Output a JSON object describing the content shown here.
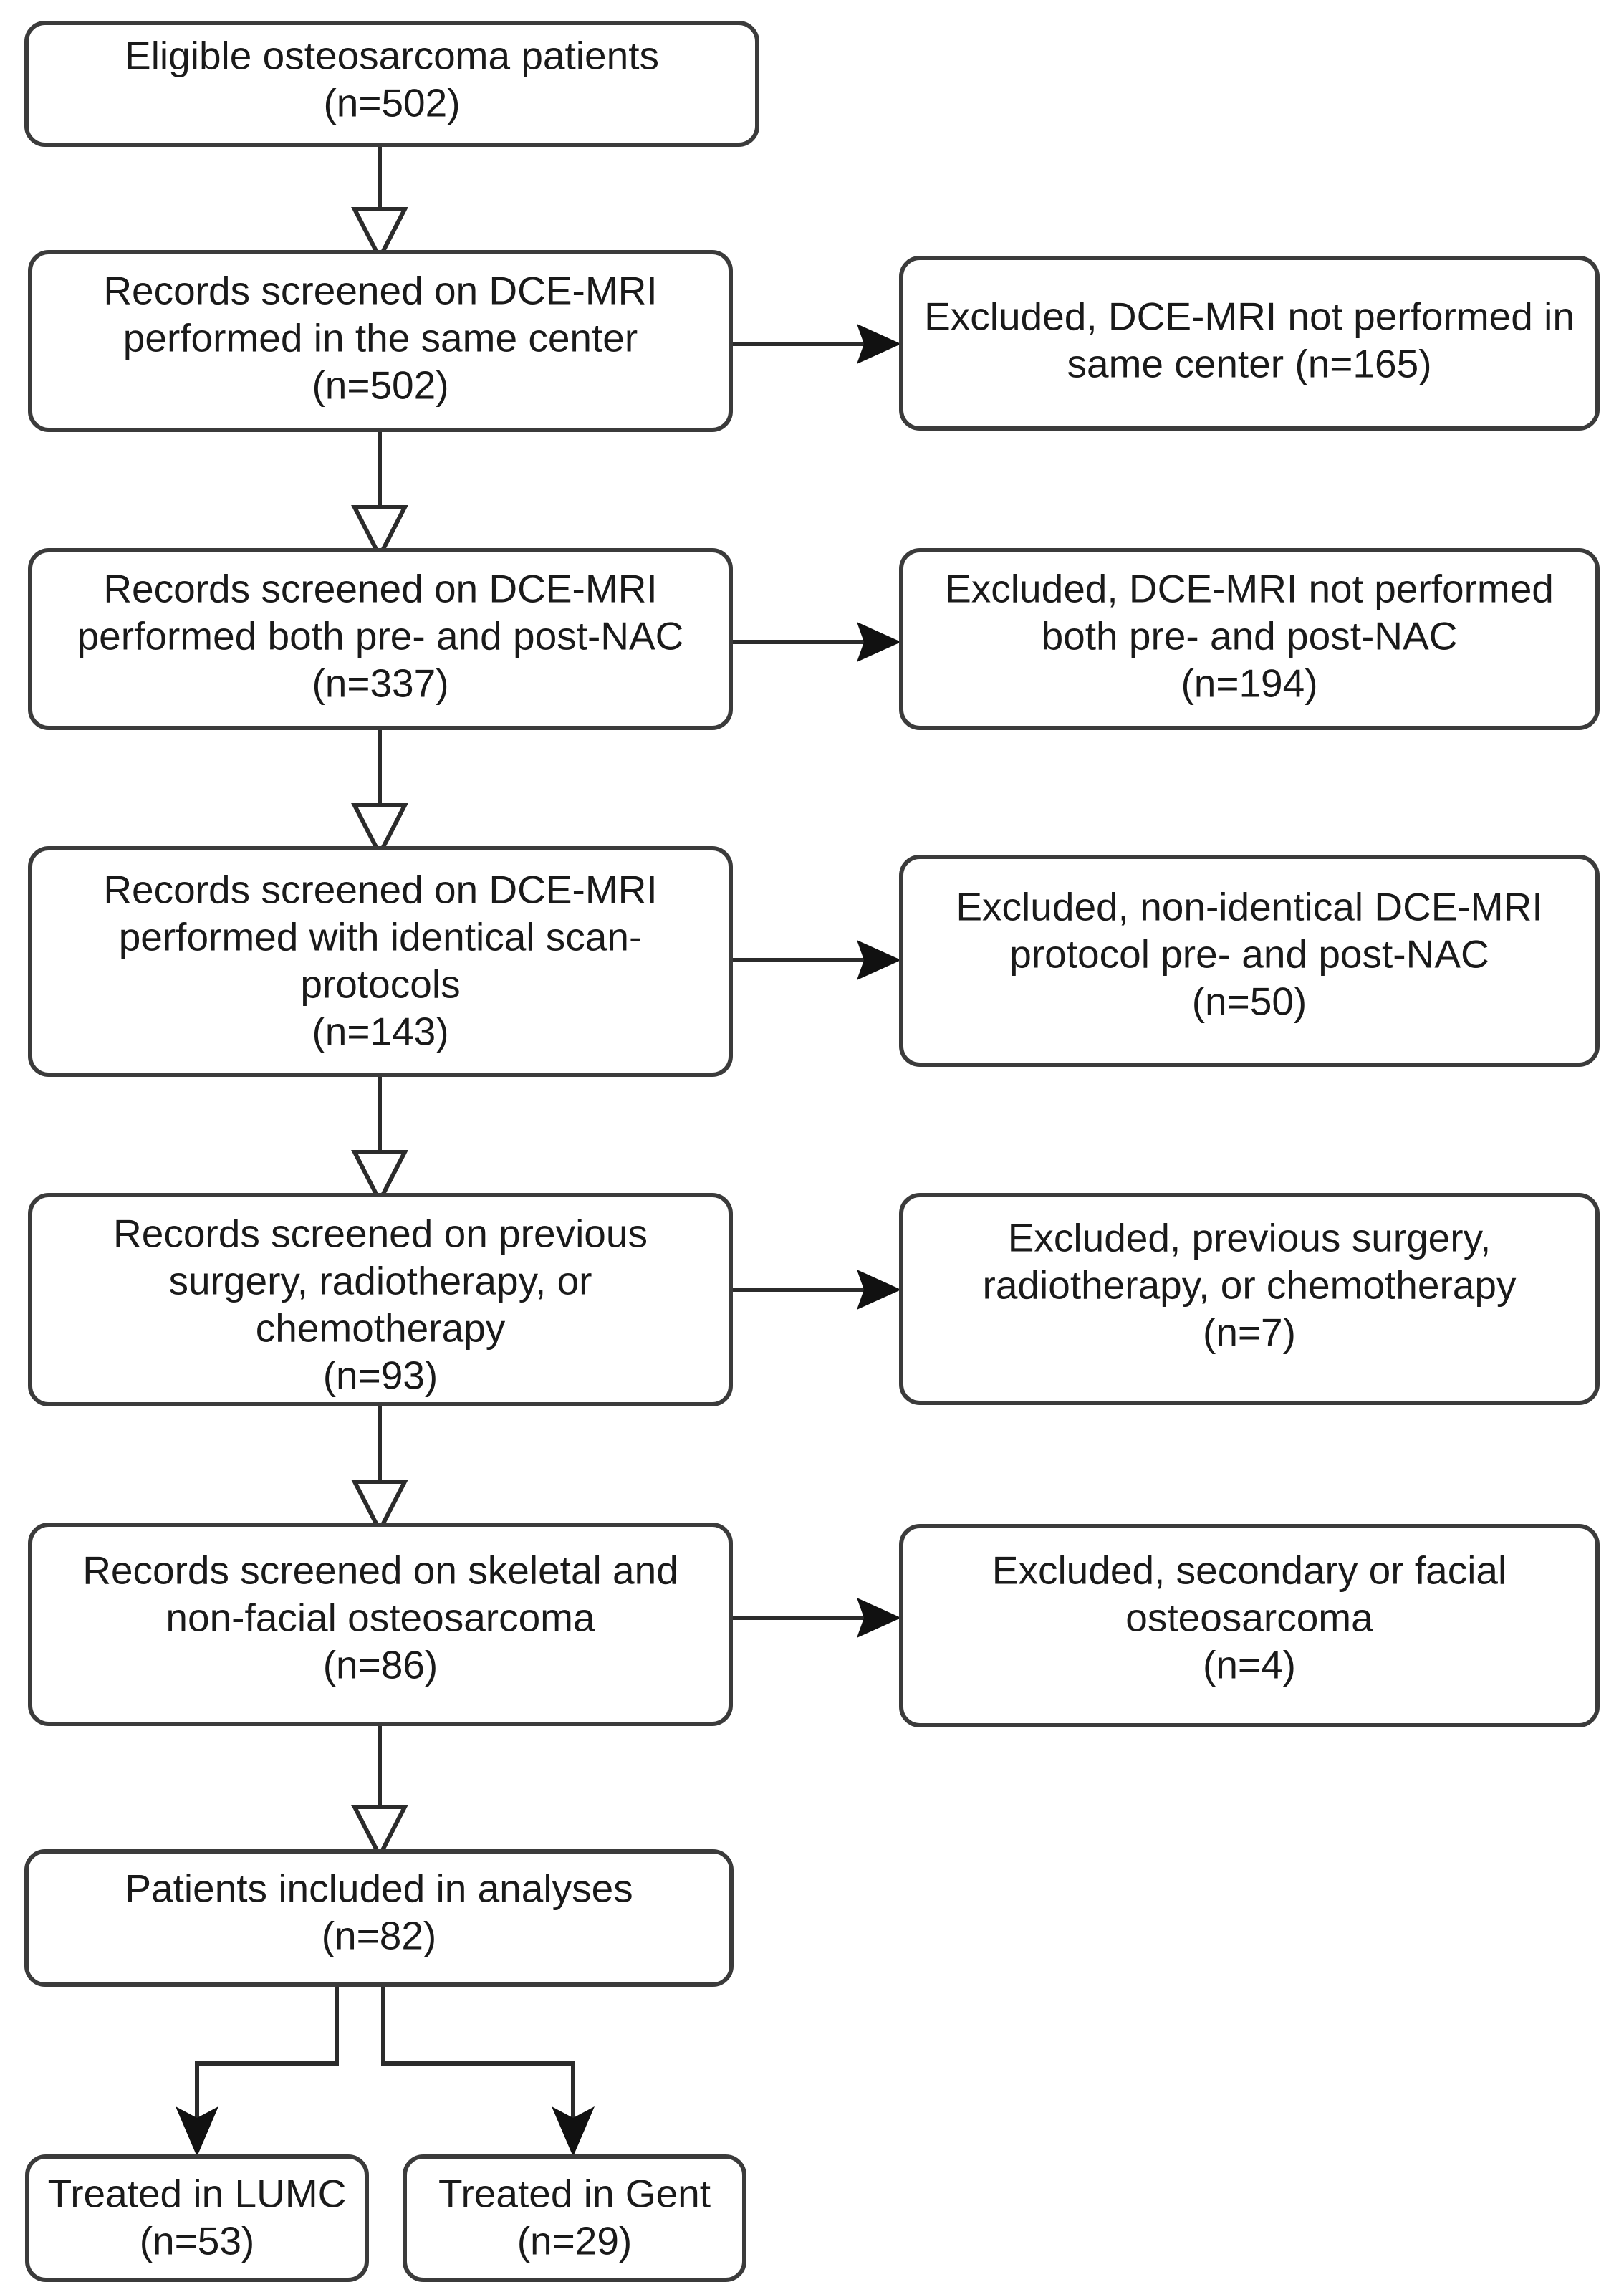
{
  "diagram": {
    "title": "Patient selection flowchart",
    "type": "flowchart",
    "colors": {
      "box_stroke": "#3b3b3b",
      "box_fill": "#ffffff",
      "connector": "#2b2b2b",
      "text": "#1a1a1a",
      "background": "#ffffff"
    }
  },
  "nodes": {
    "eligible": {
      "name": "eligible-patients-box",
      "lines": [
        "Eligible osteosarcoma patients",
        "(n=502)"
      ],
      "count": 502
    },
    "screen_center": {
      "name": "screened-same-center-box",
      "lines": [
        "Records screened on DCE-MRI",
        "performed in the same center",
        "(n=502)"
      ],
      "count": 502
    },
    "excl_center": {
      "name": "excluded-not-same-center-box",
      "lines": [
        "Excluded, DCE-MRI not performed in",
        "same center (n=165)"
      ],
      "count": 165
    },
    "screen_prepost": {
      "name": "screened-pre-post-nac-box",
      "lines": [
        "Records screened on DCE-MRI",
        "performed both pre- and post-NAC",
        "(n=337)"
      ],
      "count": 337
    },
    "excl_prepost": {
      "name": "excluded-not-pre-post-nac-box",
      "lines": [
        "Excluded, DCE-MRI not performed",
        "both pre- and post-NAC",
        "(n=194)"
      ],
      "count": 194
    },
    "screen_protocol": {
      "name": "screened-identical-protocols-box",
      "lines": [
        "Records screened on DCE-MRI",
        "performed with identical scan-",
        "protocols",
        "(n=143)"
      ],
      "count": 143
    },
    "excl_protocol": {
      "name": "excluded-non-identical-protocol-box",
      "lines": [
        "Excluded, non-identical DCE-MRI",
        "protocol pre- and post-NAC",
        "(n=50)"
      ],
      "count": 50
    },
    "screen_previous": {
      "name": "screened-previous-treatment-box",
      "lines": [
        "Records screened on previous",
        "surgery, radiotherapy, or",
        "chemotherapy",
        "(n=93)"
      ],
      "count": 93
    },
    "excl_previous": {
      "name": "excluded-previous-treatment-box",
      "lines": [
        "Excluded,  previous surgery,",
        "radiotherapy, or chemotherapy",
        "(n=7)"
      ],
      "count": 7
    },
    "screen_skeletal": {
      "name": "screened-skeletal-non-facial-box",
      "lines": [
        "Records screened on skeletal and",
        "non-facial osteosarcoma",
        "(n=86)"
      ],
      "count": 86
    },
    "excl_skeletal": {
      "name": "excluded-secondary-facial-box",
      "lines": [
        "Excluded, secondary or facial",
        "osteosarcoma",
        "(n=4)"
      ],
      "count": 4
    },
    "included": {
      "name": "patients-included-box",
      "lines": [
        "Patients included in analyses",
        "(n=82)"
      ],
      "count": 82
    },
    "lumc": {
      "name": "treated-in-lumc-box",
      "lines": [
        "Treated in LUMC",
        "(n=53)"
      ],
      "count": 53
    },
    "gent": {
      "name": "treated-in-gent-box",
      "lines": [
        "Treated in Gent",
        "(n=29)"
      ],
      "count": 29
    }
  },
  "chart_data": {
    "type": "flow",
    "stages": [
      {
        "label": "Eligible osteosarcoma patients",
        "n": 502
      },
      {
        "label": "Records screened on DCE-MRI performed in the same center",
        "n": 502,
        "excluded_label": "Excluded, DCE-MRI not performed in same center",
        "excluded_n": 165
      },
      {
        "label": "Records screened on DCE-MRI performed both pre- and post-NAC",
        "n": 337,
        "excluded_label": "Excluded, DCE-MRI not performed both pre- and post-NAC",
        "excluded_n": 194
      },
      {
        "label": "Records screened on DCE-MRI performed with identical scan-protocols",
        "n": 143,
        "excluded_label": "Excluded, non-identical DCE-MRI protocol pre- and post-NAC",
        "excluded_n": 50
      },
      {
        "label": "Records screened on previous surgery, radiotherapy, or chemotherapy",
        "n": 93,
        "excluded_label": "Excluded, previous surgery, radiotherapy, or chemotherapy",
        "excluded_n": 7
      },
      {
        "label": "Records screened on skeletal and non-facial osteosarcoma",
        "n": 86,
        "excluded_label": "Excluded, secondary or facial osteosarcoma",
        "excluded_n": 4
      },
      {
        "label": "Patients included in analyses",
        "n": 82
      }
    ],
    "branches": [
      {
        "label": "Treated in LUMC",
        "n": 53
      },
      {
        "label": "Treated in Gent",
        "n": 29
      }
    ]
  }
}
